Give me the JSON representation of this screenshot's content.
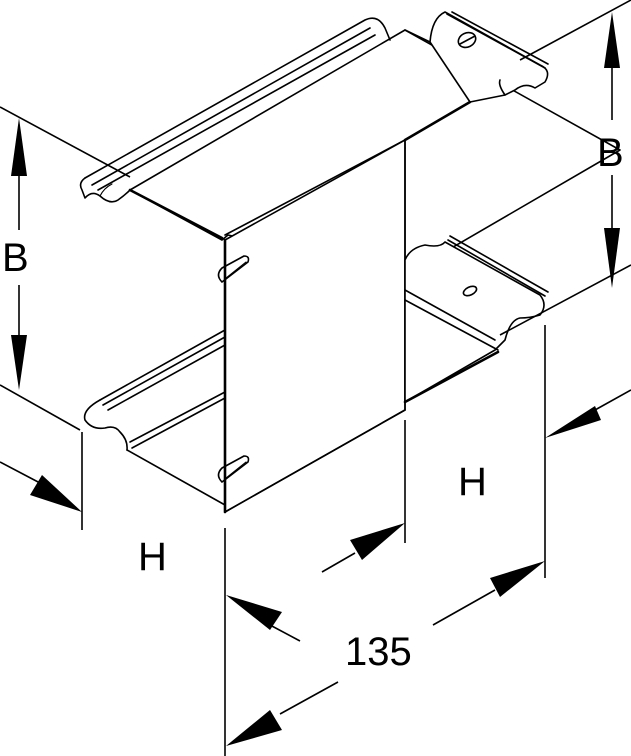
{
  "drawing": {
    "subject": "cable trunking T-piece, isometric view",
    "line_color": "#000000",
    "background": "#ffffff"
  },
  "dimensions": {
    "width_left": "B",
    "width_right": "B",
    "height_left": "H",
    "height_right": "H",
    "length": "135"
  }
}
